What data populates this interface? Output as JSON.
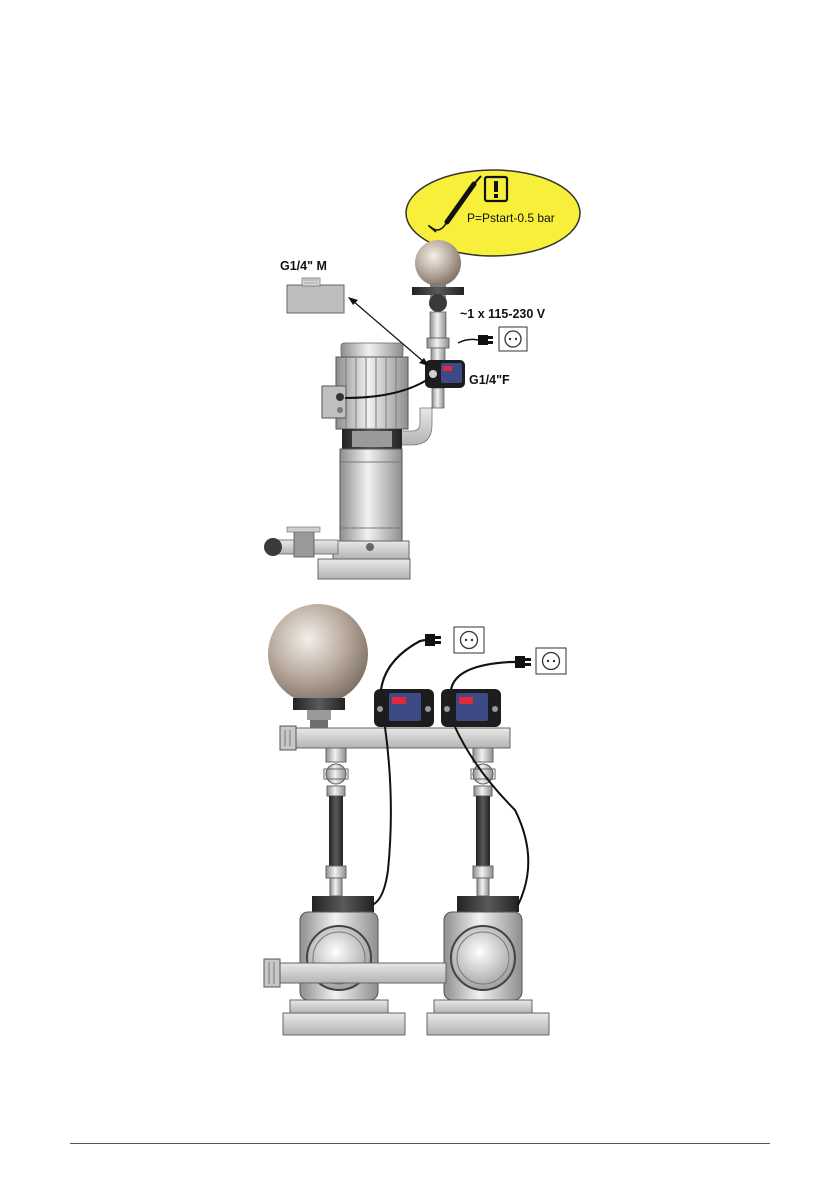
{
  "diagram_top": {
    "warning_symbol": "exclamation-icon",
    "warning_text": "P=Pstart-0.5 bar",
    "fitting_male_label": "G1/4\" M",
    "voltage_label": "~1 x 115-230 V",
    "fitting_female_label": "G1/4\"F"
  },
  "diagram_bottom": {
    "outlet_icons": [
      "socket-icon",
      "socket-icon"
    ],
    "controller_count": 2,
    "pump_count": 2
  },
  "colors": {
    "callout_fill": "#f7ef3a",
    "tank_fill": "#a79688",
    "metal_light": "#d9d9d9",
    "metal_mid": "#a8a8a8",
    "metal_dark": "#4a4a4a",
    "controller_blue": "#3e4a86",
    "display_red": "#e0293b"
  }
}
